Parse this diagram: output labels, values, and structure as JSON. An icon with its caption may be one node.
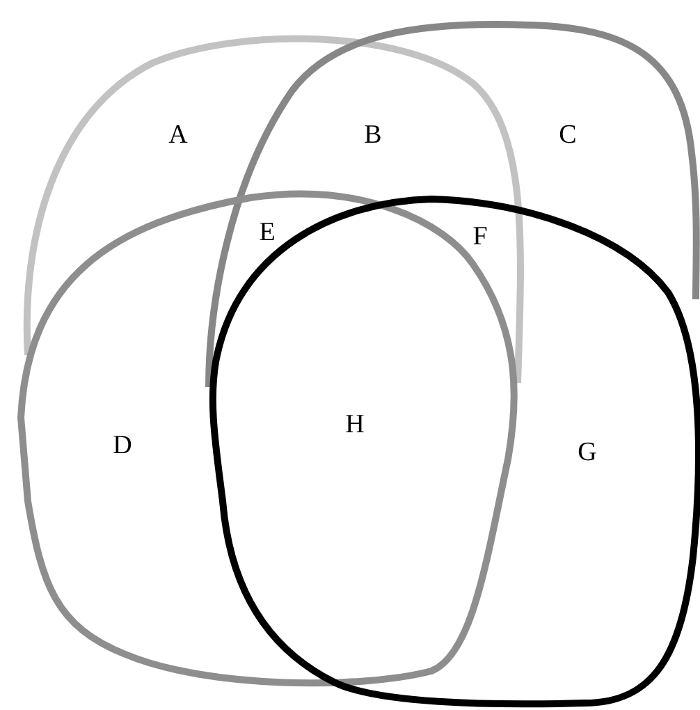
{
  "diagram": {
    "labels": [
      "A",
      "B",
      "C",
      "E",
      "F",
      "D",
      "H",
      "G"
    ]
  }
}
